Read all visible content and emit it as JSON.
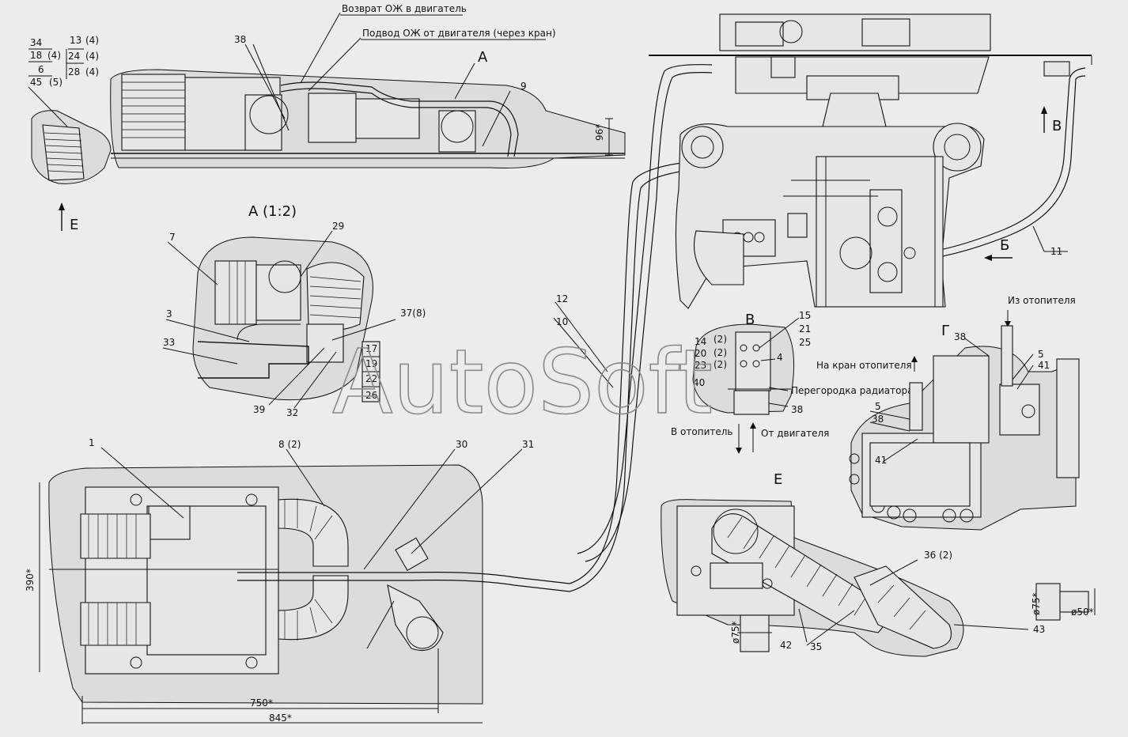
{
  "header_notes": {
    "return": "Возврат ОЖ в двигатель",
    "supply": "Подвод ОЖ от двигателя (через кран)"
  },
  "watermark": "AutoSoft",
  "views": {
    "A": "А",
    "A_scale": "А (1:2)",
    "B": "Б",
    "V_arrow": "В",
    "V_view": "В",
    "G": "Г",
    "E_arrow": "Е",
    "E_view": "Е"
  },
  "tl_table": {
    "r1a": "34",
    "r1b": "13",
    "r1c": "(4)",
    "r2a": "18",
    "r2b": "(4)",
    "r2c": "24",
    "r2d": "(4)",
    "r3a": "6",
    "r3b": "28",
    "r3c": "(4)",
    "r4a": "45",
    "r4b": "(5)"
  },
  "top_labels": {
    "p38": "38",
    "p9": "9",
    "dim96": "96*"
  },
  "detailA_labels": {
    "p7": "7",
    "p29": "29",
    "p3": "3",
    "p37": "37(8)",
    "p33": "33",
    "p39": "39",
    "p32": "32",
    "stack": [
      "17",
      "19",
      "22",
      "26"
    ]
  },
  "bottom_labels": {
    "p1": "1",
    "p8": "8 (2)",
    "p30": "30",
    "p31": "31",
    "dim390": "390*",
    "dim750": "750*",
    "dim845": "845*"
  },
  "hose_labels": {
    "p12": "12",
    "p10": "10",
    "p11": "11"
  },
  "detailV": {
    "p15": "15",
    "p21": "21",
    "p25": "25",
    "p14": "14",
    "p14q": "(2)",
    "p20": "20",
    "p20q": "(2)",
    "p23": "23",
    "p23q": "(2)",
    "p4": "4",
    "p40": "40",
    "p38": "38",
    "partition": "Перегородка радиатора",
    "to_heater": "В отопитель",
    "from_engine": "От двигателя"
  },
  "detailG": {
    "from_heater": "Из отопителя",
    "to_tap": "На кран отопителя",
    "p38a": "38",
    "p5a": "5",
    "p41a": "41",
    "p5b": "5",
    "p38b": "38",
    "p41b": "41"
  },
  "detailE": {
    "p36": "36 (2)",
    "p42": "42",
    "p35": "35",
    "p43": "43",
    "d75a": "ø75*",
    "d75b": "ø75*",
    "d50": "ø50*"
  }
}
